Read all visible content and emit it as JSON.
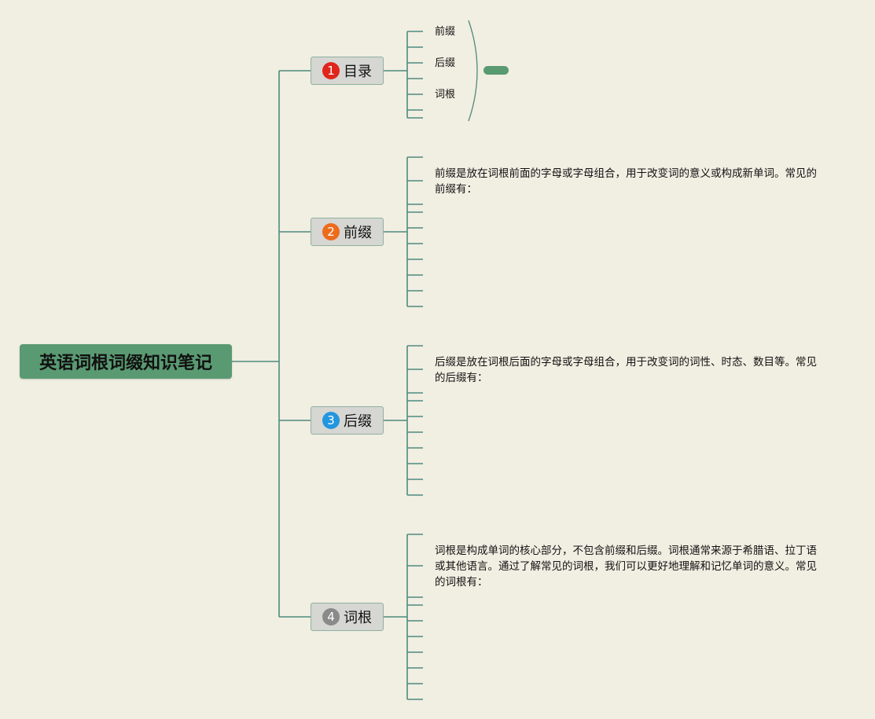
{
  "root": {
    "title": "英语词根词缀知识笔记"
  },
  "branches": [
    {
      "number": "1",
      "label": "目录",
      "badge_color": "#e0251b"
    },
    {
      "number": "2",
      "label": "前缀",
      "badge_color": "#ee6b1c"
    },
    {
      "number": "3",
      "label": "后缀",
      "badge_color": "#2296de"
    },
    {
      "number": "4",
      "label": "词根",
      "badge_color": "#8a8a8a"
    }
  ],
  "toc": {
    "items": [
      "前缀",
      "后缀",
      "词根"
    ]
  },
  "descriptions": {
    "prefix": "前缀是放在词根前面的字母或字母组合，用于改变词的意义或构成新单词。常见的前缀有：",
    "suffix": "后缀是放在词根后面的字母或字母组合，用于改变词的词性、时态、数目等。常见的后缀有：",
    "root": "词根是构成单词的核心部分，不包含前缀和后缀。词根通常来源于希腊语、拉丁语或其他语言。通过了解常见的词根，我们可以更好地理解和记忆单词的意义。常见的词根有："
  },
  "colors": {
    "line": "#4e8c7c",
    "root_fill": "#5a9a72",
    "background": "#f1eee2"
  }
}
